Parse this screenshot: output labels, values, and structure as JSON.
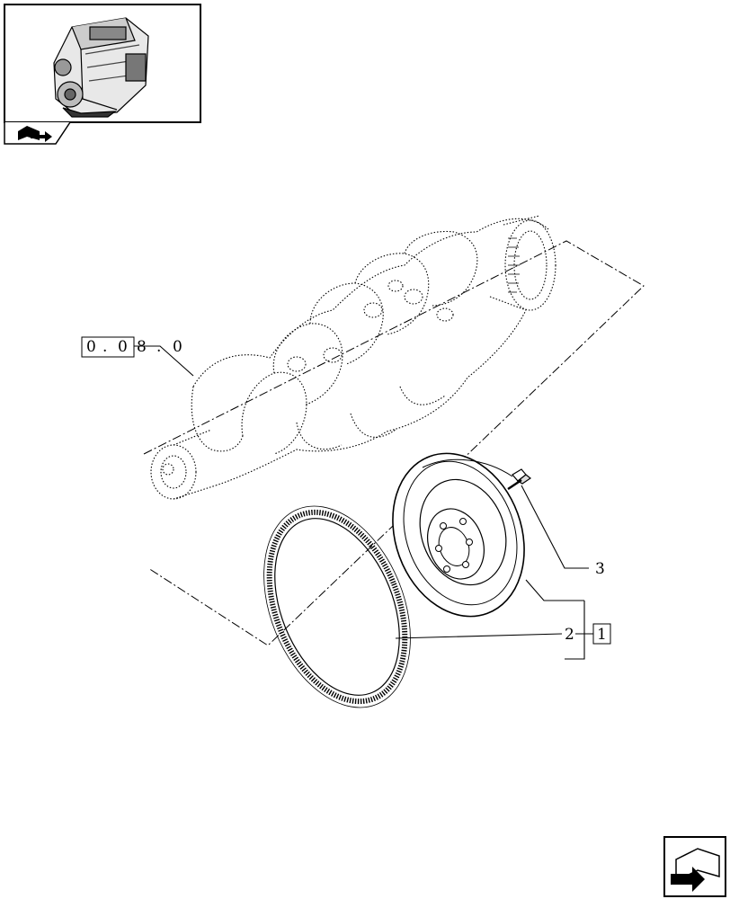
{
  "thumbnail": {
    "icon": "engine-thumbnail-icon",
    "nav_icon": "book-arrow-icon"
  },
  "reference": {
    "chars": [
      "0",
      ".",
      "0",
      "8",
      ".",
      "0"
    ]
  },
  "callouts": {
    "bolt": "3",
    "ring_gear": "2",
    "assembly": "1"
  },
  "corner_nav": {
    "icon": "next-page-arrow-icon"
  }
}
